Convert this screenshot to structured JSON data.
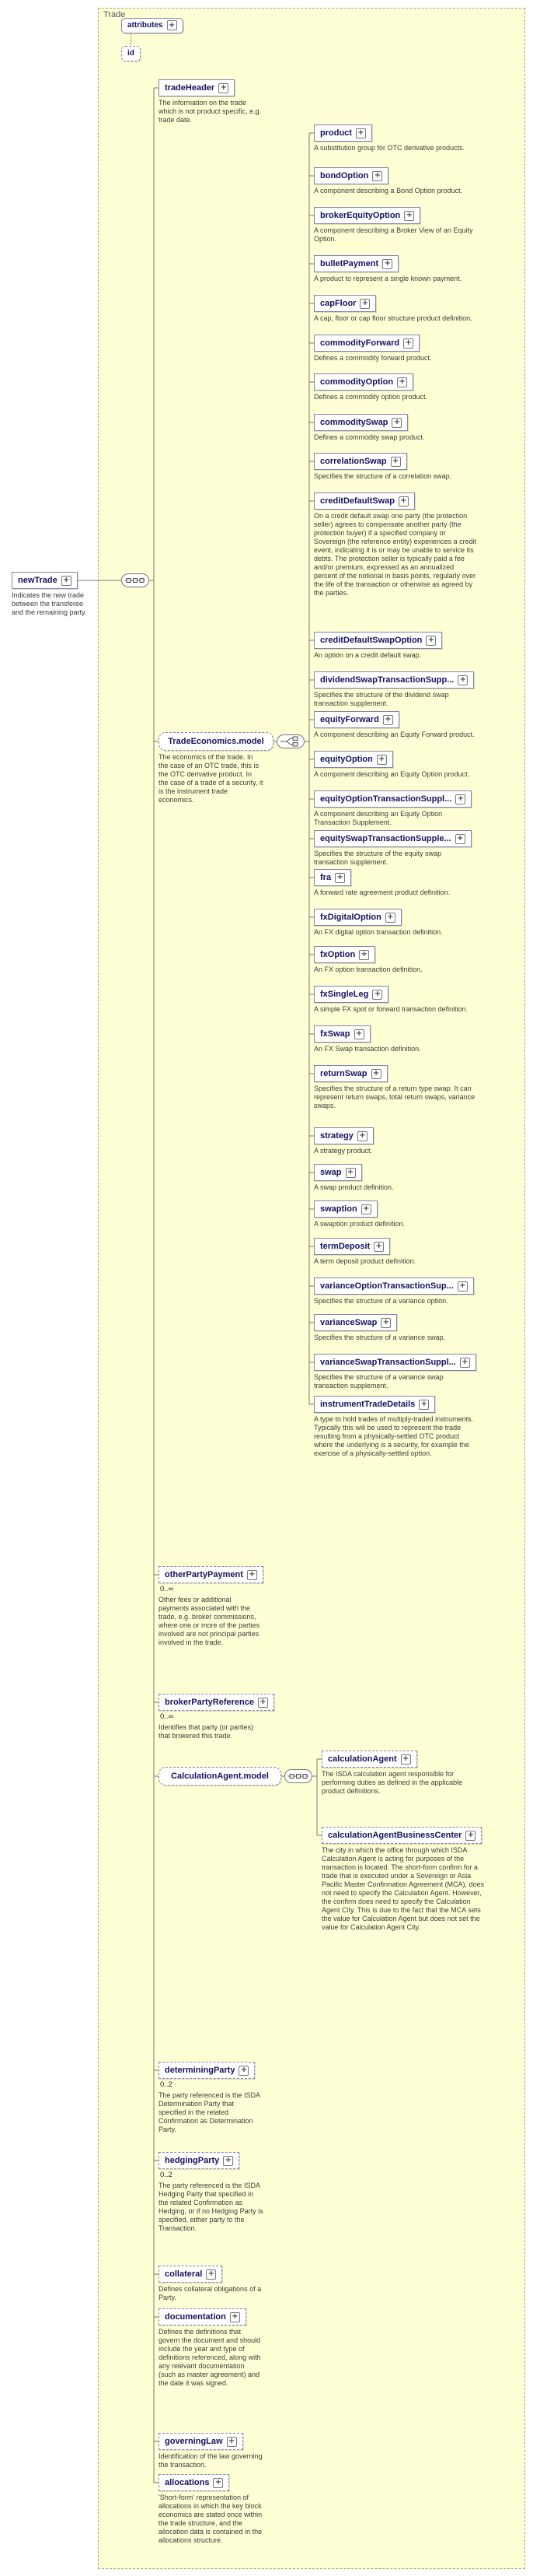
{
  "frame": {
    "label": "Trade"
  },
  "colors": {
    "frame_bg": "#ffffd5",
    "box_border": "#8383ad",
    "name_text": "#14145e",
    "connector": "#777777",
    "annotation_text": "#3a3a3a"
  },
  "icons": {
    "sequence": "sequence-compositor-icon",
    "choice": "choice-compositor-icon",
    "expand": "plus-expand-icon"
  },
  "nodes": {
    "newTrade": {
      "name": "newTrade",
      "ann": "Indicates the new trade between the transferee and the remaining party."
    },
    "attributes": {
      "label": "attributes"
    },
    "id": {
      "name": "id"
    },
    "tradeHeader": {
      "name": "tradeHeader",
      "ann": "The information on the trade which is not product specific, e.g. trade date."
    },
    "tradeEconomics": {
      "name": "TradeEconomics.model",
      "ann": "The economics of the trade. In the case of an OTC trade, this is the OTC derivative product. In the case of a trade of a security, it is the instrument trade economics."
    },
    "product": {
      "name": "product",
      "ann": "A substitution group for OTC derivative products."
    },
    "bondOption": {
      "name": "bondOption",
      "ann": "A component describing a Bond Option product."
    },
    "brokerEquityOption": {
      "name": "brokerEquityOption",
      "ann": "A component describing a Broker View of an Equity Option."
    },
    "bulletPayment": {
      "name": "bulletPayment",
      "ann": "A product to represent a single known payment."
    },
    "capFloor": {
      "name": "capFloor",
      "ann": "A cap, floor or cap floor structure product definition."
    },
    "commodityForward": {
      "name": "commodityForward",
      "ann": "Defines a commodity forward product."
    },
    "commodityOption": {
      "name": "commodityOption",
      "ann": "Defines a commodity option product."
    },
    "commoditySwap": {
      "name": "commoditySwap",
      "ann": "Defines a commodity swap product."
    },
    "correlationSwap": {
      "name": "correlationSwap",
      "ann": "Specifies the structure of a correlation swap."
    },
    "creditDefaultSwap": {
      "name": "creditDefaultSwap",
      "ann": "On a credit default swap one party (the protection seller) agrees to compensate another party (the protection buyer) if a specified company or Sovereign (the reference entity) experiences a credit event, indicating it is or may be unable to service its debts. The protection seller is typically paid a fee and/or premium, expressed as an annualized percent of the notional in basis points, regularly over the life of the transaction or otherwise as agreed by the parties."
    },
    "creditDefaultSwapOption": {
      "name": "creditDefaultSwapOption",
      "ann": "An option on a credit default swap."
    },
    "dividendSwapTS": {
      "name": "dividendSwapTransactionSupp...",
      "ann": "Specifies the structure of the dividend swap transaction supplement."
    },
    "equityForward": {
      "name": "equityForward",
      "ann": "A component describing an Equity Forward product."
    },
    "equityOption": {
      "name": "equityOption",
      "ann": "A component describing an Equity Option product."
    },
    "equityOptionTS": {
      "name": "equityOptionTransactionSuppl...",
      "ann": "A component describing an Equity Option Transaction Supplement."
    },
    "equitySwapTS": {
      "name": "equitySwapTransactionSupple...",
      "ann": "Specifies the structure of the equity swap transaction supplement."
    },
    "fra": {
      "name": "fra",
      "ann": "A forward rate agreement product definition."
    },
    "fxDigitalOption": {
      "name": "fxDigitalOption",
      "ann": "An FX digital option transaction definition."
    },
    "fxOption": {
      "name": "fxOption",
      "ann": "An FX option transaction definition."
    },
    "fxSingleLeg": {
      "name": "fxSingleLeg",
      "ann": "A simple FX spot or forward transaction definition."
    },
    "fxSwap": {
      "name": "fxSwap",
      "ann": "An FX Swap transaction definition."
    },
    "returnSwap": {
      "name": "returnSwap",
      "ann": "Specifies the structure of a return type swap. It can represent return swaps, total return swaps, variance swaps."
    },
    "strategy": {
      "name": "strategy",
      "ann": "A strategy product."
    },
    "swap": {
      "name": "swap",
      "ann": "A swap product definition."
    },
    "swaption": {
      "name": "swaption",
      "ann": "A swaption product definition."
    },
    "termDeposit": {
      "name": "termDeposit",
      "ann": "A term deposit product definition."
    },
    "varianceOptionTS": {
      "name": "varianceOptionTransactionSup...",
      "ann": "Specifies the structure of a variance option."
    },
    "varianceSwap": {
      "name": "varianceSwap",
      "ann": "Specifies the structure of a variance swap."
    },
    "varianceSwapTS": {
      "name": "varianceSwapTransactionSuppl...",
      "ann": "Specifies the structure of a variance swap transaction supplement."
    },
    "instrumentTradeDetails": {
      "name": "instrumentTradeDetails",
      "ann": "A type to hold trades of multiply-traded instruments. Typically this will be used to represent the trade resulting from a physically-settled OTC product where the underlying is a security, for example the exercise of a physically-settled option."
    },
    "otherPartyPayment": {
      "name": "otherPartyPayment",
      "card": "0..∞",
      "ann": "Other fees or additional payments associated with the trade, e.g. broker commissions, where one or more of the parties involved are not principal parties involved in the trade."
    },
    "brokerPartyReference": {
      "name": "brokerPartyReference",
      "card": "0..∞",
      "ann": "Identifies that party (or parties) that brokered this trade."
    },
    "calcModel": {
      "name": "CalculationAgent.model"
    },
    "calculationAgent": {
      "name": "calculationAgent",
      "ann": "The ISDA calculation agent responsible for performing duties as defined in the applicable product definitions."
    },
    "calculationAgentBusinessCenter": {
      "name": "calculationAgentBusinessCenter",
      "ann": "The city in which the office through which ISDA Calculation Agent is acting for purposes of the transaction is located. The short-form confirm for a trade that is executed under a Sovereign or Asia Pacific Master Confirmation Agreement (MCA), does not need to specify the Calculation Agent. However, the confirm does need to specify the Calculation Agent City. This is due to the fact that the MCA sets the value for Calculation Agent but does not set the value for Calculation Agent City."
    },
    "determiningParty": {
      "name": "determiningParty",
      "card": "0..2",
      "ann": "The party referenced is the ISDA Determination Party that specified in the related Confirmation as Determination Party."
    },
    "hedgingParty": {
      "name": "hedgingParty",
      "card": "0..2",
      "ann": "The party referenced is the ISDA Hedging Party that specified in the related Confirmation as Hedging, or if no Hedging Party is specified, either party to the Transaction."
    },
    "collateral": {
      "name": "collateral",
      "ann": "Defines collateral obligations of a Party."
    },
    "documentation": {
      "name": "documentation",
      "ann": "Defines the definitions that govern the document and should include the year and type of definitions referenced, along with any relevant documentation (such as master agreement) and the date it was signed."
    },
    "governingLaw": {
      "name": "governingLaw",
      "ann": "Identification of the law governing the transaction."
    },
    "allocations": {
      "name": "allocations",
      "ann": "'Short-form' representation of allocations in which the key block economics are stated once within the trade structure, and the allocation data is contained in the allocations structure."
    }
  }
}
